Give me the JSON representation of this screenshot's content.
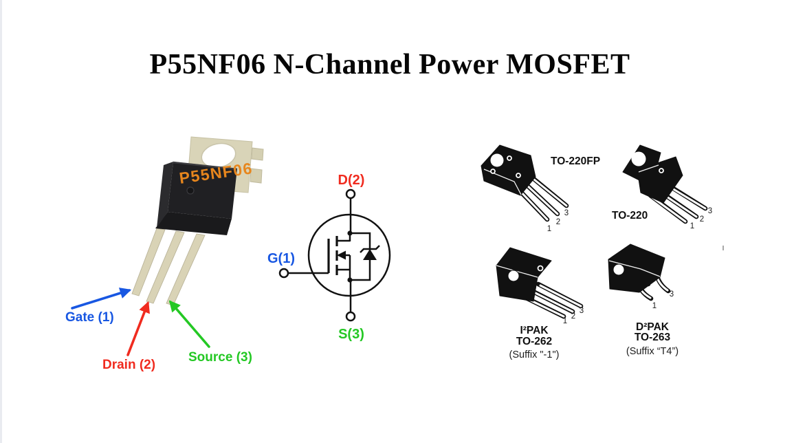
{
  "title": "P55NF06 N-Channel Power MOSFET",
  "colors": {
    "gate_blue": "#1857e2",
    "drain_red": "#f02b1f",
    "source_green": "#24c824",
    "marking_orange": "#e7861d",
    "line_black": "#111111"
  },
  "photo": {
    "marking": "P55NF06",
    "gate_label": "Gate (1)",
    "drain_label": "Drain (2)",
    "source_label": "Source (3)"
  },
  "schematic": {
    "drain_label": "D(2)",
    "gate_label": "G(1)",
    "source_label": "S(3)"
  },
  "packages": [
    {
      "name": "TO-220FP",
      "pins": [
        "1",
        "2",
        "3"
      ]
    },
    {
      "name": "TO-220",
      "pins": [
        "1",
        "2",
        "3"
      ]
    },
    {
      "name": "I²PAK",
      "code": "TO-262",
      "suffix": "(Suffix \"-1\")",
      "pins": [
        "1",
        "2",
        "3"
      ]
    },
    {
      "name": "D²PAK",
      "code": "TO-263",
      "suffix": "(Suffix “T4”)",
      "pins": [
        "1",
        "3"
      ]
    }
  ]
}
